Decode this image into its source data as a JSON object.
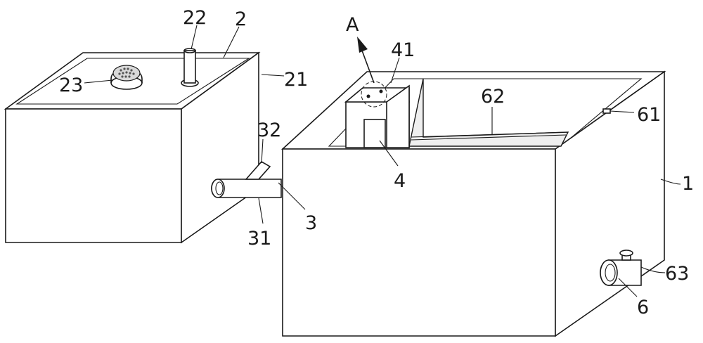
{
  "labels": {
    "l22": "22",
    "l2": "2",
    "l23": "23",
    "l21": "21",
    "lA": "A",
    "l41": "41",
    "l62": "62",
    "l61": "61",
    "l32": "32",
    "l1": "1",
    "l4": "4",
    "l3": "3",
    "l31": "31",
    "l63": "63",
    "l6": "6"
  }
}
